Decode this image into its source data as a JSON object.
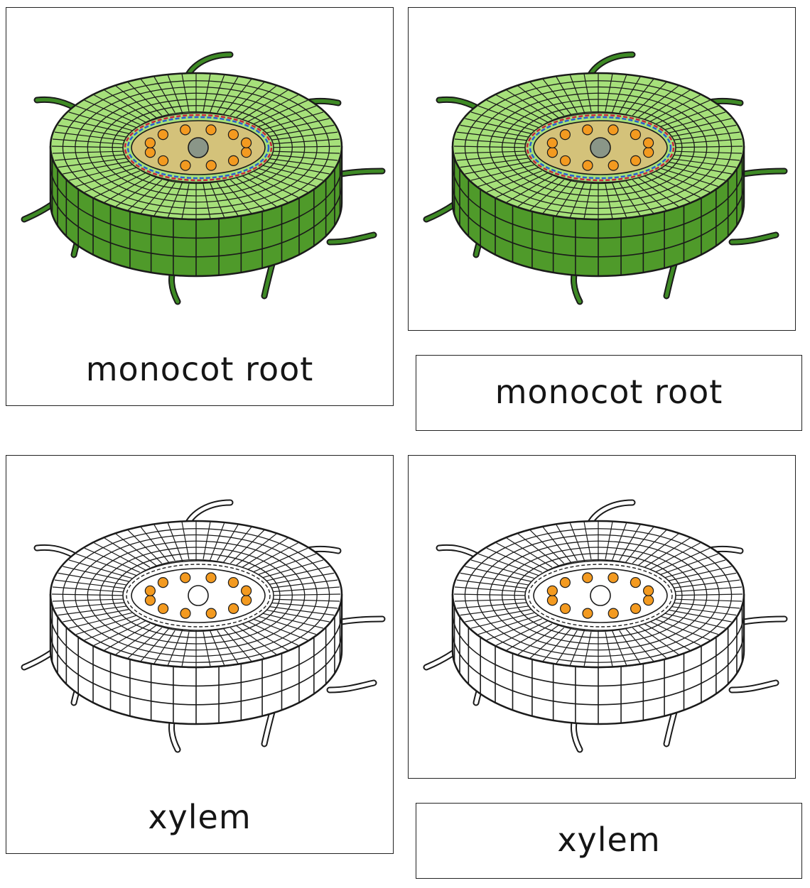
{
  "cards": {
    "control_top": {
      "label": "monocot root",
      "artwork": "monocot-root-colored",
      "style": "color"
    },
    "picture_top": {
      "artwork": "monocot-root-colored",
      "style": "color"
    },
    "label_top": {
      "label": "monocot root"
    },
    "control_bottom": {
      "label": "xylem",
      "artwork": "monocot-root-xylem-highlight",
      "style": "outline"
    },
    "picture_bottom": {
      "artwork": "monocot-root-xylem-highlight",
      "style": "outline"
    },
    "label_bottom": {
      "label": "xylem"
    }
  },
  "colors": {
    "cortex_top": "#a6e07a",
    "cortex_side": "#4f9a2a",
    "cell_line": "#1a1a1a",
    "stele": "#d4c27a",
    "xylem": "#f39a20",
    "pith": "#8a9688",
    "endodermis_red": "#c8283a",
    "pericycle_blue": "#2a5fd0",
    "root_hair": "#3e8a25",
    "outline_fill": "#ffffff"
  }
}
